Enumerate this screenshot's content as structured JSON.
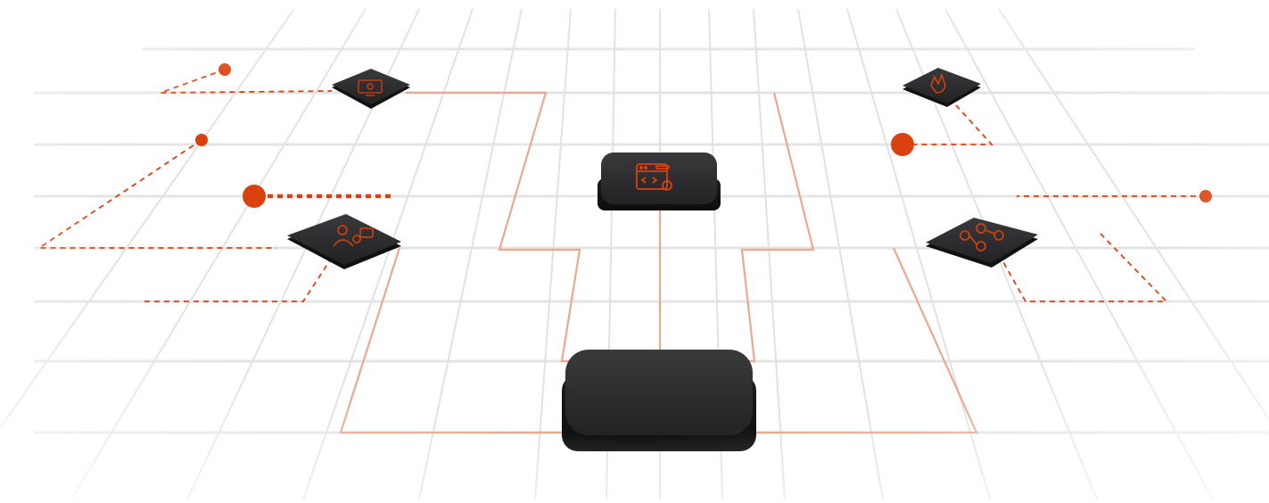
{
  "diagram": {
    "accent_color": "#d9410f",
    "chip_color": "#2b2b2d",
    "grid_color": "#e6e6e6",
    "connector_color": "#e9a98f",
    "chips": [
      {
        "id": "center-chip",
        "icon": "none"
      },
      {
        "id": "code-chip",
        "icon": "code-settings-icon"
      },
      {
        "id": "top-left-chip",
        "icon": "monitor-gear-icon"
      },
      {
        "id": "mid-left-chip",
        "icon": "engineer-icon"
      },
      {
        "id": "top-right-chip",
        "icon": "hand-gesture-icon"
      },
      {
        "id": "mid-right-chip",
        "icon": "network-nodes-icon"
      }
    ],
    "faint_labels": [
      {
        "text": "",
        "side": "left"
      },
      {
        "text": "",
        "side": "right"
      }
    ]
  }
}
